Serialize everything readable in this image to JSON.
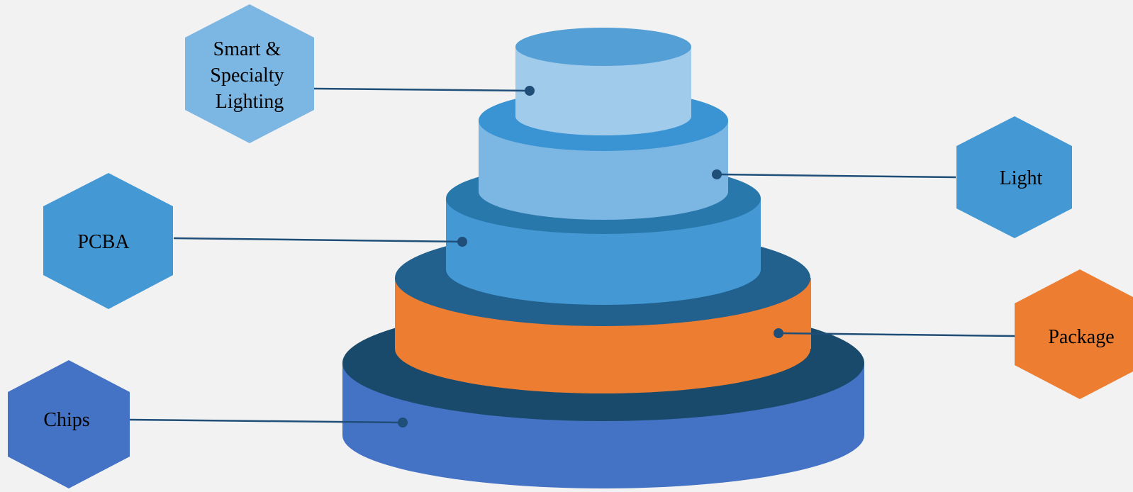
{
  "colors": {
    "background": "#f2f2f2",
    "connector": "#1f4e79"
  },
  "tiers": [
    {
      "id": "chips",
      "label_lines": [
        "Chips"
      ],
      "body": "#4472c4",
      "top": "#1a4a6b"
    },
    {
      "id": "package",
      "label_lines": [
        "Package"
      ],
      "body": "#ed7d31",
      "top": "#22618e"
    },
    {
      "id": "pcba",
      "label_lines": [
        "PCBA"
      ],
      "body": "#4499d5",
      "top": "#2978ac"
    },
    {
      "id": "light",
      "label_lines": [
        "Light"
      ],
      "body": "#7cb6e2",
      "top": "#3a93d3"
    },
    {
      "id": "smart",
      "label_lines": [
        "Smart &",
        "Specialty",
        "Lighting"
      ],
      "body": "#a0cbea",
      "top": "#559fd7"
    }
  ],
  "hexagon_colors": {
    "chips": "#4472c4",
    "package": "#ed7d31",
    "pcba": "#4499d5",
    "light": "#4499d5",
    "smart": "#7cb6e2"
  }
}
